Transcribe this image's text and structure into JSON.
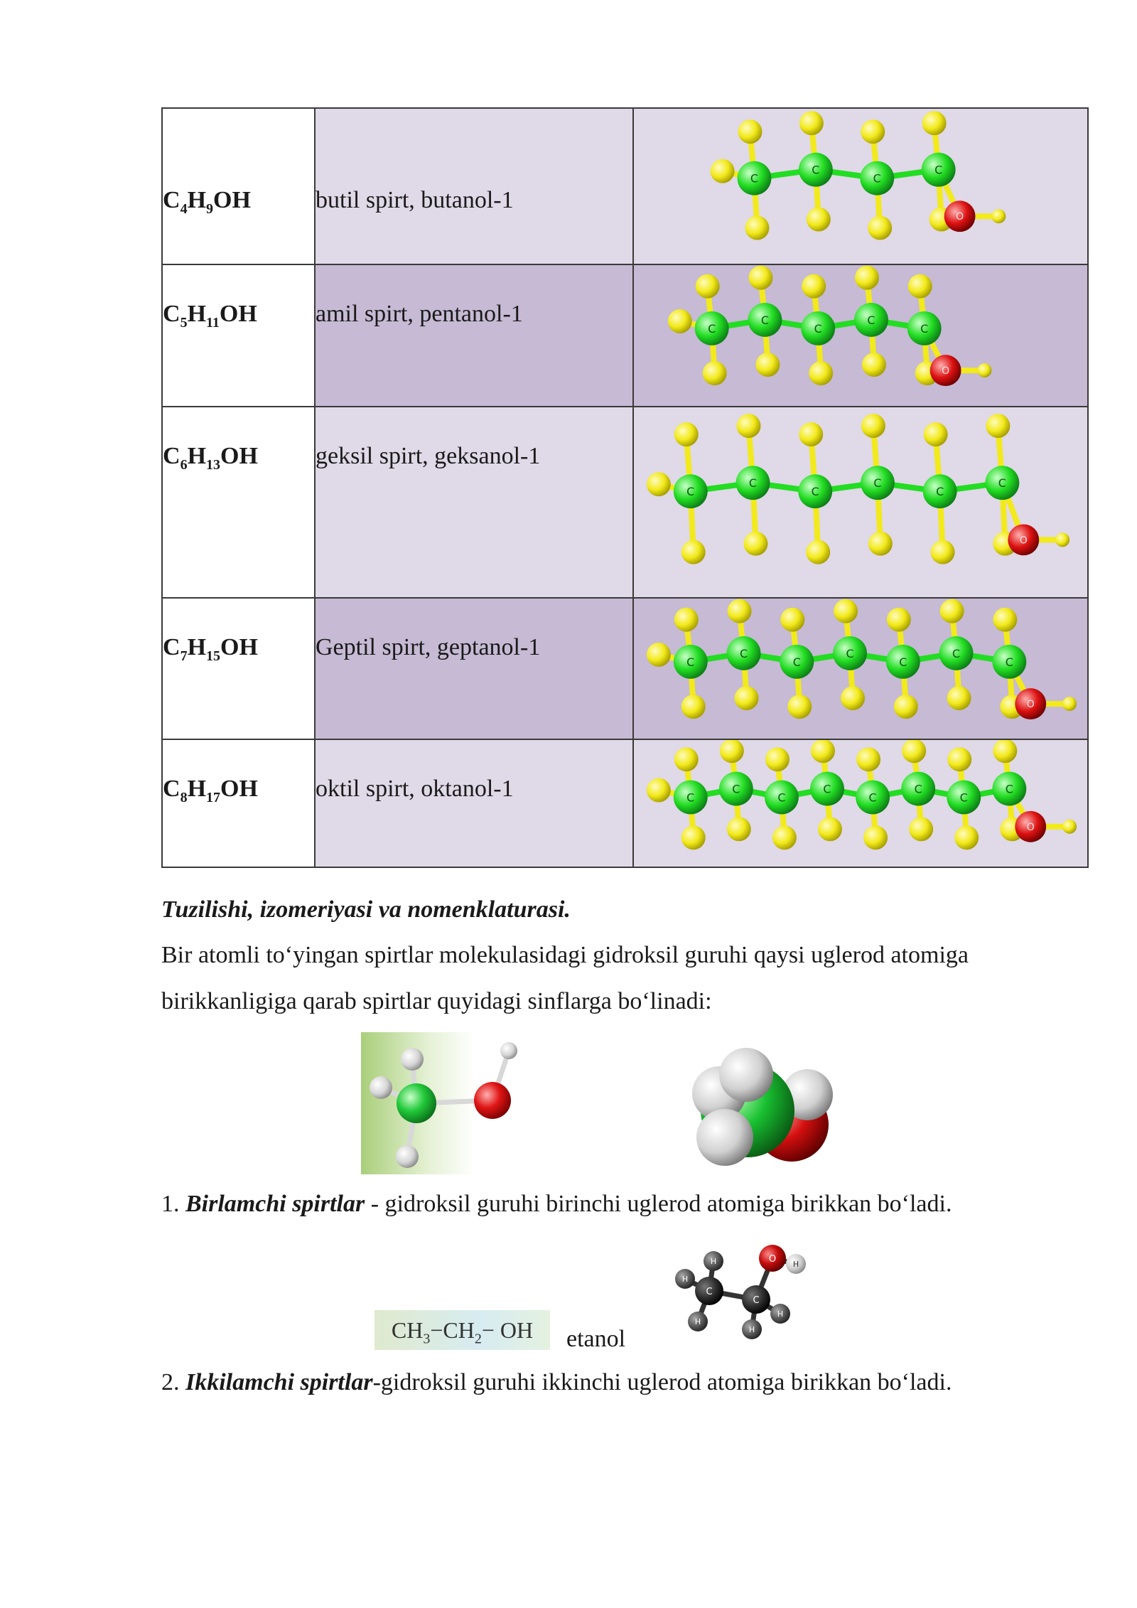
{
  "table": {
    "rows": [
      {
        "formula": {
          "c": "C",
          "n": "4",
          "h": "H",
          "hn": "9",
          "oh": "OH"
        },
        "name": "butil spirt, butanol-1",
        "carbons": 4
      },
      {
        "formula": {
          "c": "C",
          "n": "5",
          "h": "H",
          "hn": "11",
          "oh": "OH"
        },
        "name": "amil spirt, pentanol-1",
        "carbons": 5
      },
      {
        "formula": {
          "c": "C",
          "n": "6",
          "h": "H",
          "hn": "13",
          "oh": "OH"
        },
        "name": "geksil spirt, geksanol-1",
        "carbons": 6
      },
      {
        "formula": {
          "c": "C",
          "n": "7",
          "h": "H",
          "hn": "15",
          "oh": "OH"
        },
        "name": "Geptil spirt, geptanol-1",
        "carbons": 7
      },
      {
        "formula": {
          "c": "C",
          "n": "8",
          "h": "H",
          "hn": "17",
          "oh": "OH"
        },
        "name": "oktil spirt, oktanol-1",
        "carbons": 8
      }
    ],
    "atom_labels": {
      "carbon": "C",
      "oxygen": "O"
    },
    "colors": {
      "carbon": "#22dd22",
      "hydrogen": "#f2ea1a",
      "oxygen": "#dd1111"
    }
  },
  "section": {
    "heading": "Tuzilishi, izomeriyasi va nomenklaturasi.",
    "line1": "Bir atomli to‘yingan spirtlar molekulasidagi gidroksil guruhi qaysi uglerod atomiga",
    "line2": "birikkanligiga qarab spirtlar quyidagi sinflarga bo‘linadi:"
  },
  "item1": {
    "number": "1. ",
    "term": "Birlamchi spirtlar",
    "rest": " - gidroksil guruhi birinchi uglerod atomiga birikkan bo‘ladi."
  },
  "ethanol": {
    "ch3": "CH",
    "ch3_sub": "3",
    "ch2": "CH",
    "ch2_sub": "2",
    "oh": "OH",
    "dash": "−",
    "label": "etanol",
    "atom_labels": {
      "c": "C",
      "o": "O",
      "h": "H"
    }
  },
  "item2": {
    "number": "2. ",
    "term": "Ikkilamchi spirtlar",
    "rest": "-gidroksil guruhi ikkinchi uglerod atomiga birikkan bo‘ladi."
  }
}
